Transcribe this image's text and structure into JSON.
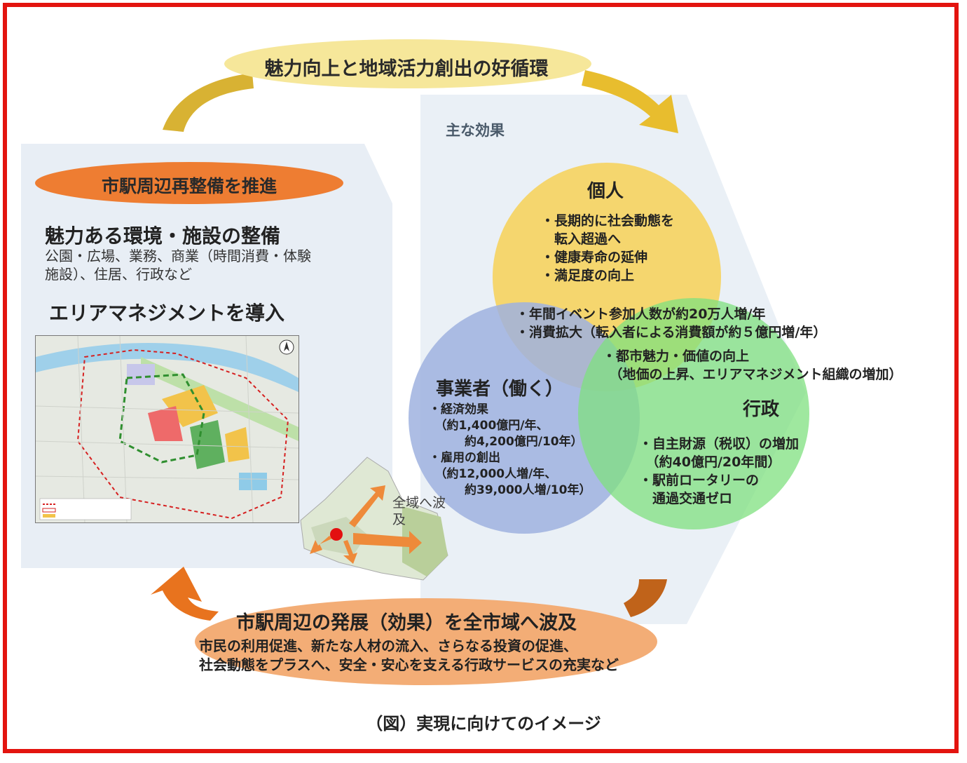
{
  "cycle": {
    "top_label": "魅力向上と地域活力創出の好循環"
  },
  "left_panel": {
    "pill_label": "市駅周辺再整備を推進",
    "env_heading": "魅力ある環境・施設の整備",
    "env_body": "公園・広場、業務、商業（時間消費・体験施設）、住居、行政など",
    "area_heading": "エリアマネジメントを導入"
  },
  "effects": {
    "label": "主な効果",
    "individual": {
      "title": "個人",
      "items": [
        "・長期的に社会動態を",
        "　転入超過へ",
        "・健康寿命の延伸",
        "・満足度の向上"
      ]
    },
    "overlap_top": [
      "・年間イベント参加人数が約20万人増/年",
      "・消費拡大（転入者による消費額が約５億円増/年）"
    ],
    "overlap_all": [
      "・都市魅力・価値の向上",
      "　（地価の上昇、エリアマネジメント組織の増加）"
    ],
    "business": {
      "title": "事業者（働く）",
      "items": [
        "・経済効果",
        "　（約1,400億円/年、",
        "　　　約4,200億円/10年）",
        "・雇用の創出",
        "　（約12,000人増/年、",
        "　　　約39,000人増/10年）"
      ]
    },
    "admin": {
      "title": "行政",
      "items": [
        "・自主財源（税収）の増加",
        "　（約40億円/20年間）",
        "・駅前ロータリーの",
        "　通過交通ゼロ"
      ]
    }
  },
  "mini_map": {
    "label": "全域へ波及"
  },
  "wave": {
    "title": "市駅周辺の発展（効果）を全市域へ波及",
    "line1": "市民の利用促進、新たな人材の流入、さらなる投資の促進、",
    "line2": "社会動態をプラスへ、安全・安心を支える行政サービスの充実など"
  },
  "caption": "（図）実現に向けてのイメージ",
  "colors": {
    "frame": "#e3140f",
    "top_pill": "#f6e79a",
    "orange_pill": "#ee7d32",
    "wave_pill": "#f3ad76",
    "individual": "#f5d466",
    "business": "#9fb1df",
    "admin": "#7fe07f",
    "panel": "#e8eef5"
  }
}
